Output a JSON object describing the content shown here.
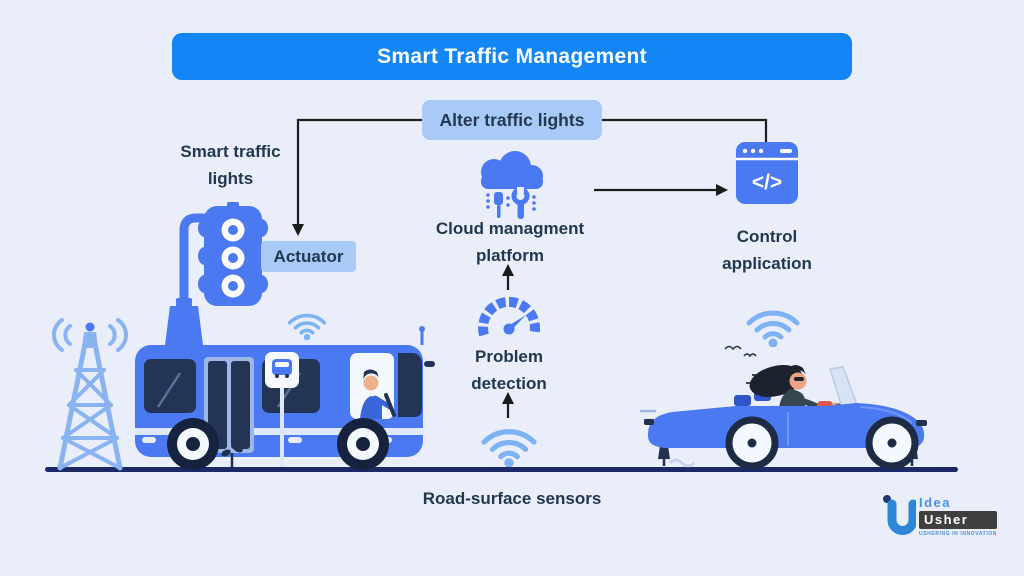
{
  "title": "Smart Traffic Management",
  "labels": {
    "alter_traffic_lights": "Alter traffic lights",
    "smart_traffic_lights_line1": "Smart traffic",
    "smart_traffic_lights_line2": "lights",
    "actuator": "Actuator",
    "cloud_platform_line1": "Cloud managment",
    "cloud_platform_line2": "platform",
    "problem_detection_line1": "Problem",
    "problem_detection_line2": "detection",
    "control_application_line1": "Control",
    "control_application_line2": "application",
    "road_surface_sensors": "Road-surface sensors",
    "code_glyph": "</>"
  },
  "logo": {
    "line1": "Idea",
    "line2": "Usher",
    "tagline": "USHERING IN INNOVATION"
  },
  "colors": {
    "background": "#e9eefa",
    "banner_blue": "#1485f4",
    "label_chip_blue": "#a9c9f7",
    "icon_blue": "#4a79f1",
    "wifi_light_blue": "#7db2f5",
    "tower_blue": "#8ab3f2",
    "window_navy": "#243455",
    "road_navy": "#1b2a66",
    "text_dark": "#22384f",
    "arrow_black": "#1c1c1c"
  }
}
